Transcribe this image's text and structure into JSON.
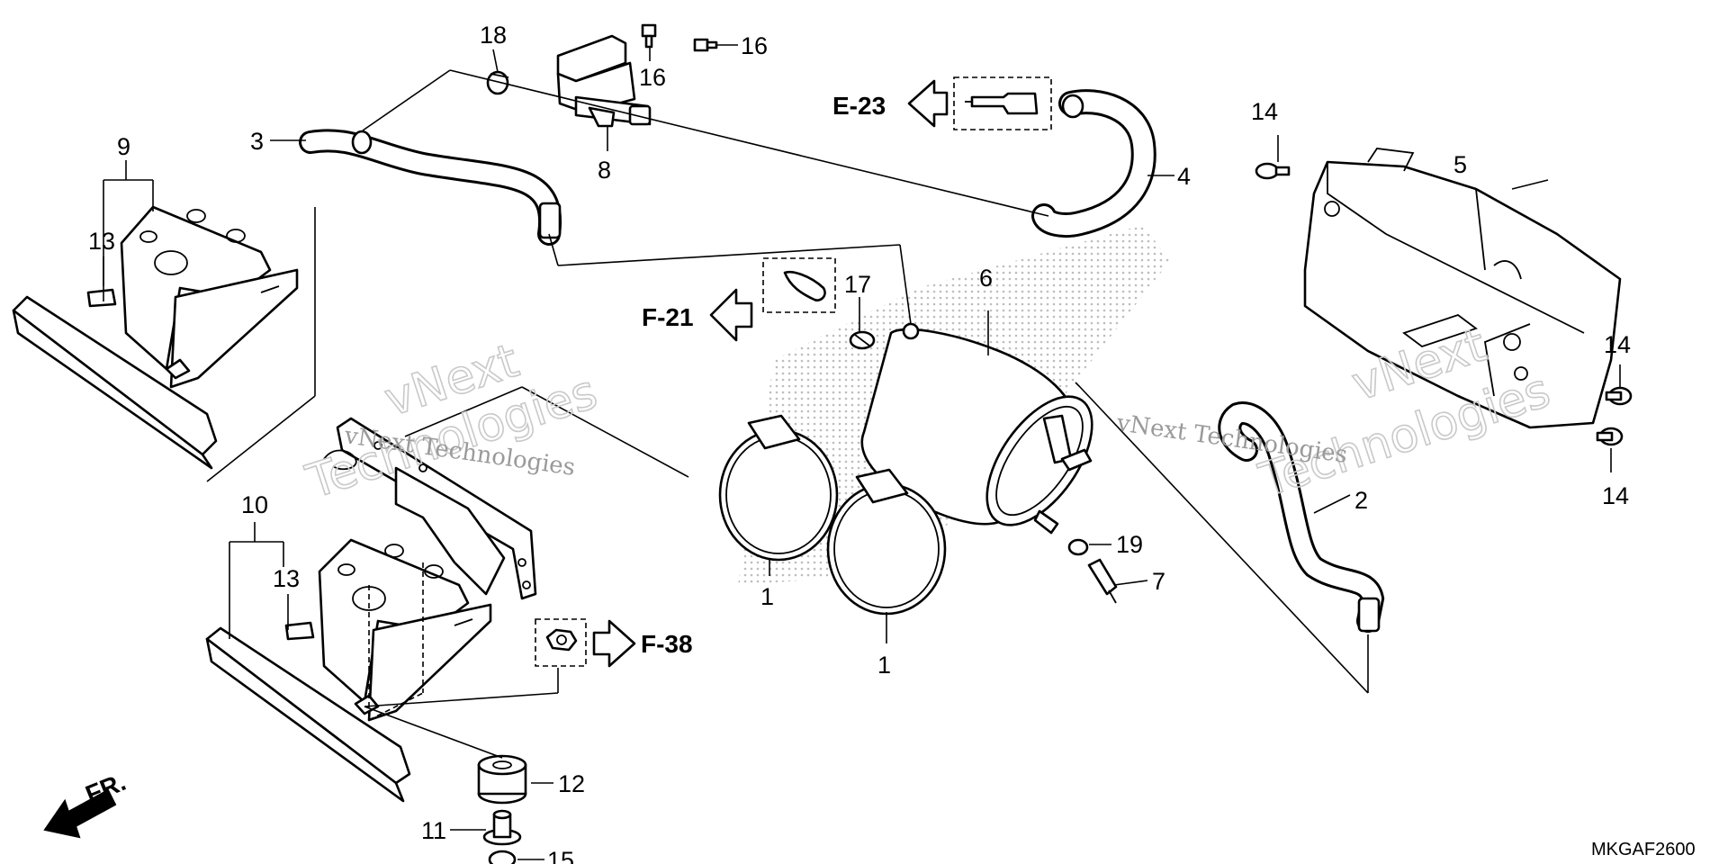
{
  "diagram": {
    "code": "MKGAF2600",
    "front_label": "FR.",
    "callouts": [
      "1",
      "1",
      "2",
      "3",
      "4",
      "5",
      "6",
      "7",
      "8",
      "9",
      "10",
      "11",
      "12",
      "13",
      "13",
      "14",
      "14",
      "14",
      "15",
      "16",
      "16",
      "17",
      "18",
      "19"
    ],
    "refs": [
      "E-23",
      "F-21",
      "F-38"
    ],
    "watermark": {
      "brand": "vNext Technologies",
      "big_line1": "vNext",
      "big_line2": "Technologies"
    }
  }
}
